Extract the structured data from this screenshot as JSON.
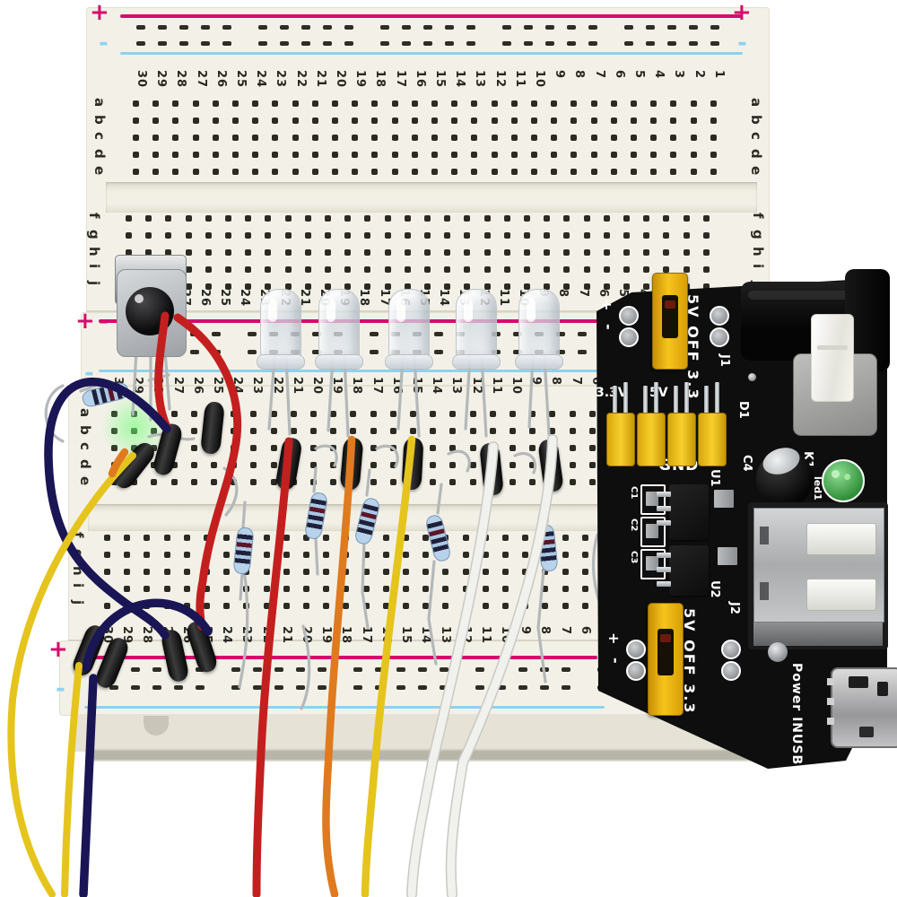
{
  "meta": {
    "title": "Breadboard prototyping circuit with power supply module",
    "description": "Photo of a white solderless breadboard populated with an IR receiver, five clear LEDs, blue metal-film resistors, black-headed jumper wires and an MB102-style black power supply module plugged into the right side"
  },
  "breadboard": {
    "column_numbers": [
      "30",
      "29",
      "28",
      "27",
      "26",
      "25",
      "24",
      "23",
      "22",
      "21",
      "20",
      "19",
      "18",
      "17",
      "16",
      "15",
      "14",
      "13",
      "12",
      "11",
      "10",
      "9",
      "8",
      "7",
      "6",
      "5",
      "4",
      "3",
      "2",
      "1"
    ],
    "row_letters_upper": [
      "a",
      "b",
      "c",
      "d",
      "e"
    ],
    "row_letters_lower": [
      "f",
      "g",
      "h",
      "i",
      "j"
    ],
    "plus": "+",
    "minus": "-",
    "colors": {
      "body": "#f3f1e7",
      "hole": "#2b2b23",
      "rail_positive_line": "#d40d6e",
      "rail_negative_line": "#8ed2ef",
      "label": "#282822"
    }
  },
  "power_module": {
    "silkscreen": {
      "jumper_top": "5V OFF 3.3",
      "jumper_bottom": "5V OFF 3.3",
      "rail_3v3": "3.3V",
      "rail_5v": "5V",
      "gnd": "GND",
      "j1": "J1",
      "j2": "J2",
      "d1": "D1",
      "c1": "C1",
      "c2": "C2",
      "c3": "C3",
      "c4": "C4",
      "u1": "U1",
      "u2": "U2",
      "k1": "K1",
      "led1": "led1",
      "power_in": "Power INUSB",
      "plus": "+",
      "minus": "-"
    },
    "colors": {
      "pcb": "#0e0e0e",
      "jumper_yellow": "#f2bb0d",
      "power_led_green": "#46b14c",
      "silkscreen": "#ffffff"
    }
  },
  "components": {
    "ir_receiver": "IR receiver",
    "clear_leds": 5,
    "blue_resistors": 6,
    "wire_colors": {
      "red": "#c41f1f",
      "dark_blue": "#1a1554",
      "yellow": "#e5c41d",
      "orange": "#e07a1f",
      "white": "#efefec"
    }
  }
}
